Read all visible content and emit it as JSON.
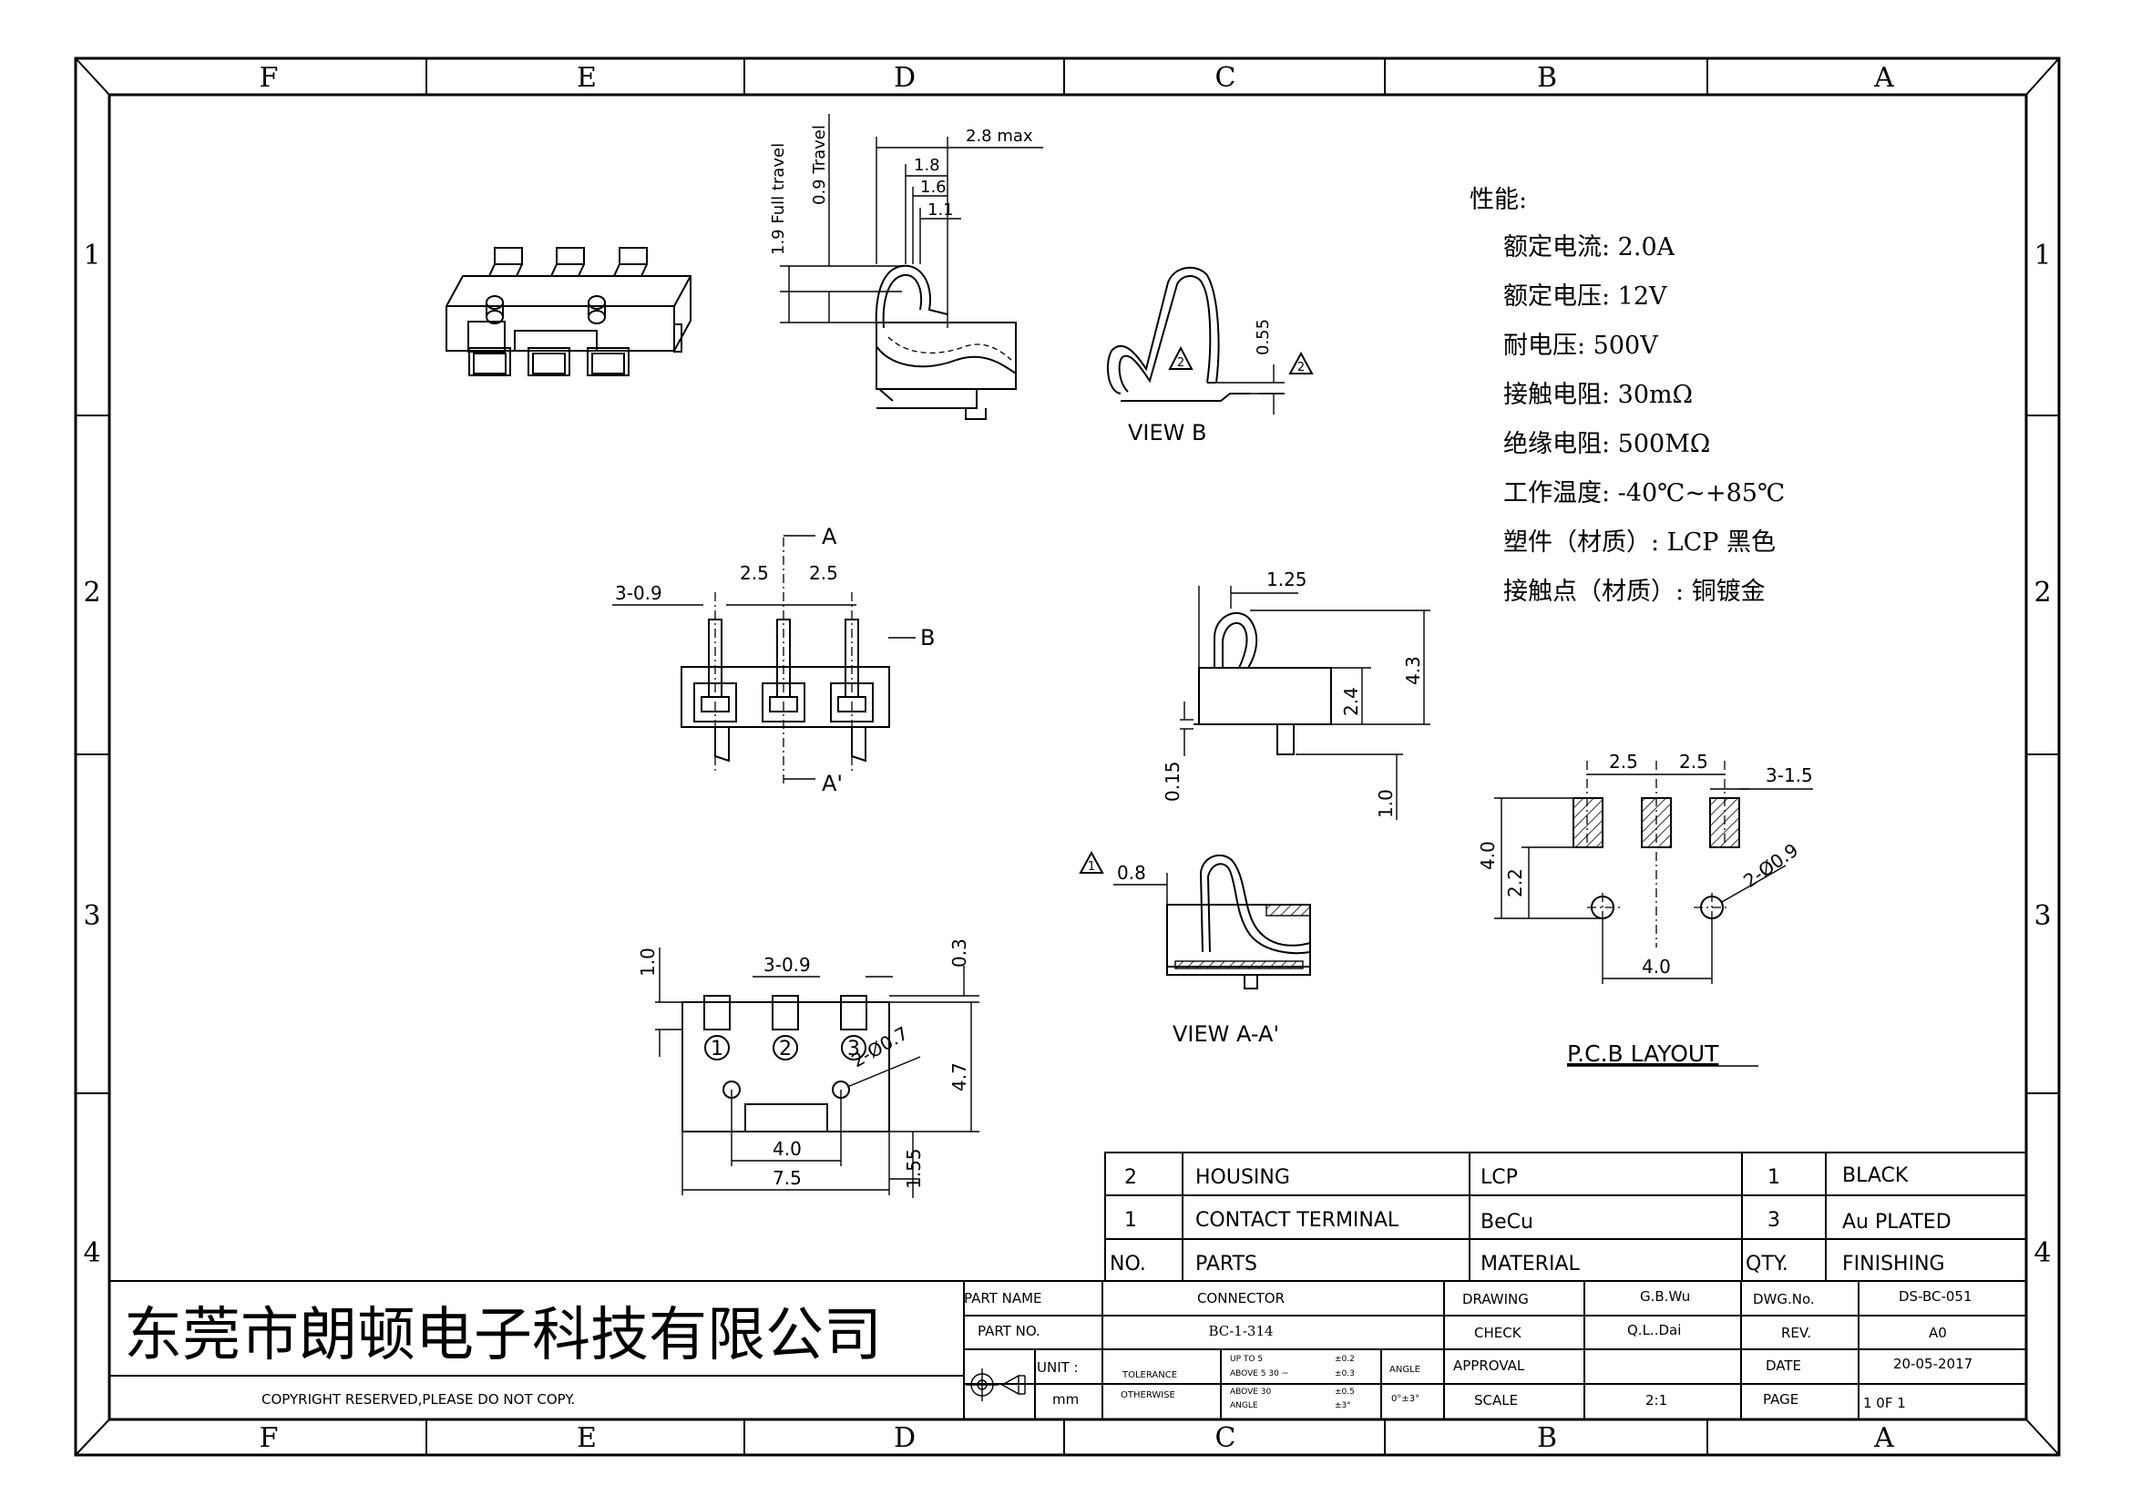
{
  "frame": {
    "columns": [
      "F",
      "E",
      "D",
      "C",
      "B",
      "A"
    ],
    "rows": [
      "1",
      "2",
      "3",
      "4"
    ]
  },
  "spec": {
    "heading": "性能:",
    "lines": [
      "额定电流: 2.0A",
      "额定电压: 12V",
      "耐电压: 500V",
      "接触电阻: 30mΩ",
      "绝缘电阻: 500MΩ",
      "工作温度: -40℃~+85℃",
      "塑件（材质）: LCP 黑色",
      "接触点（材质）: 铜镀金"
    ]
  },
  "side_view_dims": {
    "d28": "2.8 max",
    "d18": "1.8",
    "d16": "1.6",
    "d11": "1.1",
    "full_travel": "1.9 Full travel",
    "travel": "0.9 Travel"
  },
  "view_b": {
    "label": "VIEW  B",
    "d055": "0.55",
    "note": "2"
  },
  "front_view": {
    "d309": "3-0.9",
    "d25a": "2.5",
    "d25b": "2.5",
    "section_a": "A",
    "section_a2": "A'",
    "arrow_b": "B"
  },
  "right_view": {
    "d125": "1.25",
    "d43": "4.3",
    "d24": "2.4",
    "d015": "0.15",
    "d10": "1.0"
  },
  "view_aa": {
    "label": "VIEW  A-A'",
    "d08": "0.8",
    "note": "1"
  },
  "bottom_view": {
    "d10": "1.0",
    "d309": "3-0.9",
    "d03": "0.3",
    "d47": "4.7",
    "hole": "2-Ø0.7",
    "d40": "4.0",
    "d75": "7.5",
    "d155": "1.55",
    "pins": [
      "1",
      "2",
      "3"
    ]
  },
  "pcb": {
    "title": "P.C.B  LAYOUT",
    "d25a": "2.5",
    "d25b": "2.5",
    "d315": "3-1.5",
    "d40v": "4.0",
    "d22": "2.2",
    "hole": "2-Ø0.9",
    "d40h": "4.0"
  },
  "bom": {
    "rows": [
      {
        "no": "2",
        "part": "HOUSING",
        "material": "LCP",
        "qty": "1",
        "finishing": "BLACK"
      },
      {
        "no": "1",
        "part": "CONTACT TERMINAL",
        "material": "BeCu",
        "qty": "3",
        "finishing": "Au PLATED"
      }
    ],
    "header": {
      "no": "NO.",
      "part": "PARTS",
      "material": "MATERIAL",
      "qty": "QTY.",
      "finishing": "FINISHING"
    }
  },
  "title_block": {
    "company": "东莞市朗顿电子科技有限公司",
    "copyright": "COPYRIGHT RESERVED,PLEASE DO NOT COPY.",
    "part_name_label": "PART NAME",
    "part_name": "CONNECTOR",
    "part_no_label": "PART NO.",
    "part_no": "BC-1-314",
    "unit_label": "UNIT   :",
    "unit": "mm",
    "tolerance": "TOLERANCE",
    "otherwise": "OTHERWISE",
    "tol_rows": [
      {
        "range": "UP TO 5",
        "val": "±0.2"
      },
      {
        "range": "ABOVE 5  30 ~",
        "val": "±0.3"
      },
      {
        "range": "ABOVE 30",
        "val": "±0.5"
      },
      {
        "range": "ANGLE",
        "val": "±3°"
      }
    ],
    "angle_label": "ANGLE",
    "angle_val": "0°±3°",
    "drawing_label": "DRAWING",
    "drawing": "G.B.Wu",
    "check_label": "CHECK",
    "check": "Q.L..Dai",
    "approval_label": "APPROVAL",
    "approval": "",
    "scale_label": "SCALE",
    "scale": "2:1",
    "dwg_label": "DWG.No.",
    "dwg": "DS-BC-051",
    "rev_label": "REV.",
    "rev": "A0",
    "date_label": "DATE",
    "date": "20-05-2017",
    "page_label": "PAGE",
    "page": "1 0F 1"
  }
}
